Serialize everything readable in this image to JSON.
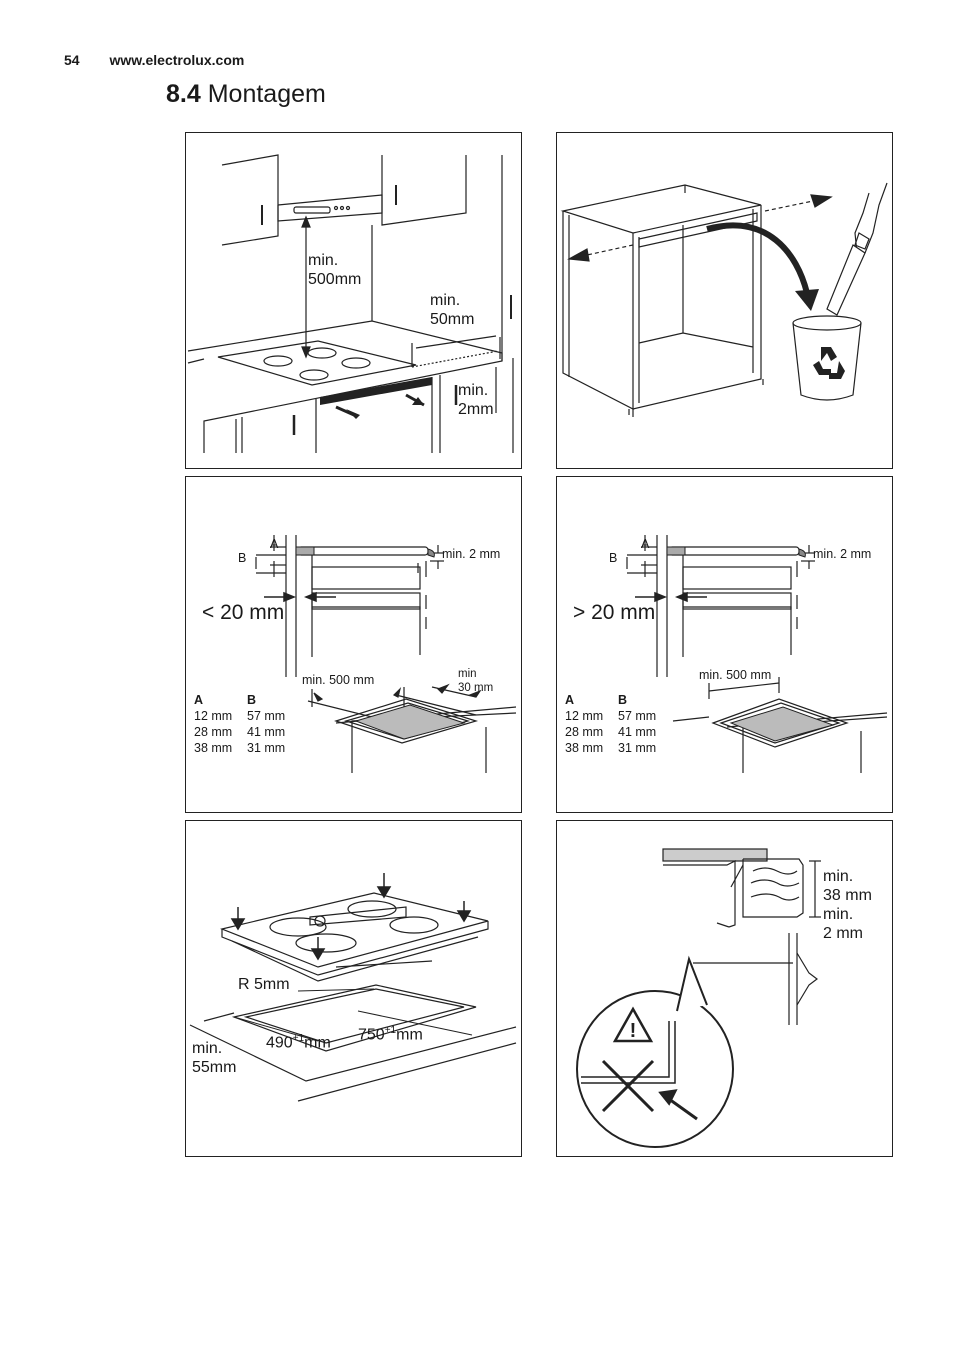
{
  "header": {
    "page_number": "54",
    "website": "www.electrolux.com"
  },
  "section": {
    "number": "8.4",
    "title": "Montagem"
  },
  "panel1": {
    "label_500": [
      "min.",
      "500mm"
    ],
    "label_50": [
      "min.",
      "50mm"
    ],
    "label_2": [
      "min.",
      "2mm"
    ]
  },
  "panel3": {
    "label_a": "A",
    "label_b": "B",
    "min_2mm": "min. 2 mm",
    "gap": "< 20 mm",
    "min_500": "min. 500 mm",
    "min_30": [
      "min",
      "30 mm"
    ],
    "table": {
      "headers": [
        "A",
        "B"
      ],
      "rows": [
        [
          "12 mm",
          "57 mm"
        ],
        [
          "28 mm",
          "41 mm"
        ],
        [
          "38 mm",
          "31 mm"
        ]
      ]
    }
  },
  "panel4": {
    "label_a": "A",
    "label_b": "B",
    "min_2mm": "min. 2 mm",
    "gap": "> 20 mm",
    "min_500": "min. 500 mm",
    "table": {
      "headers": [
        "A",
        "B"
      ],
      "rows": [
        [
          "12 mm",
          "57 mm"
        ],
        [
          "28 mm",
          "41 mm"
        ],
        [
          "38 mm",
          "31 mm"
        ]
      ]
    }
  },
  "panel5": {
    "radius": "R 5mm",
    "depth_base": "490",
    "depth_tol": "+1",
    "width_base": "750",
    "width_tol": "+1",
    "unit": "mm",
    "min_55": [
      "min.",
      "55mm"
    ]
  },
  "panel6": {
    "min_38": [
      "min.",
      "38 mm"
    ],
    "min_2": [
      "min.",
      "2 mm"
    ]
  }
}
